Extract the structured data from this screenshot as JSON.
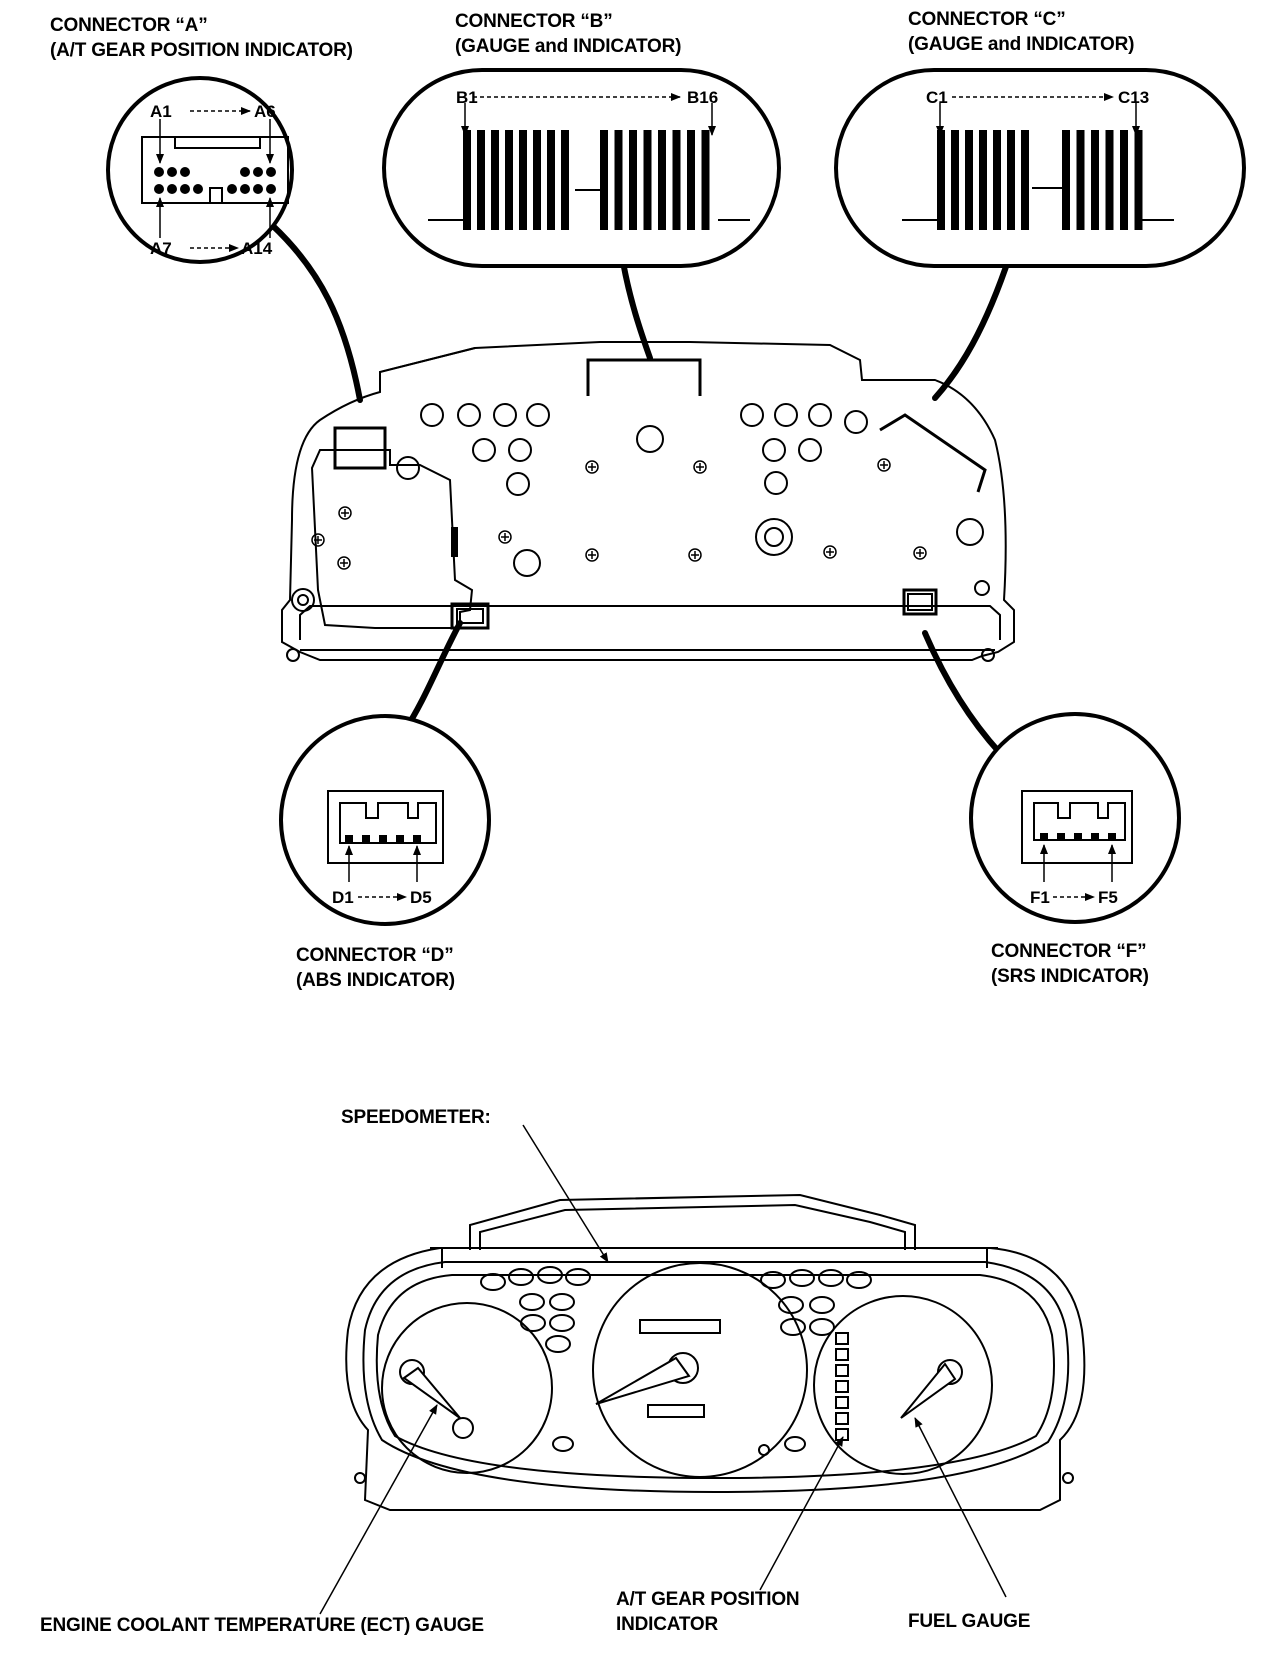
{
  "connectors": {
    "a": {
      "title": "CONNECTOR “A”",
      "desc": "(A/T GEAR POSITION INDICATOR)",
      "pin_first_top": "A1",
      "pin_last_top": "A6",
      "pin_first_bottom": "A7",
      "pin_last_bottom": "A14"
    },
    "b": {
      "title": "CONNECTOR “B”",
      "desc": "(GAUGE and INDICATOR)",
      "pin_first": "B1",
      "pin_last": "B16"
    },
    "c": {
      "title": "CONNECTOR “C”",
      "desc": "(GAUGE and INDICATOR)",
      "pin_first": "C1",
      "pin_last": "C13"
    },
    "d": {
      "title": "CONNECTOR “D”",
      "desc": "(ABS INDICATOR)",
      "pin_first": "D1",
      "pin_last": "D5"
    },
    "f": {
      "title": "CONNECTOR “F”",
      "desc": "(SRS INDICATOR)",
      "pin_first": "F1",
      "pin_last": "F5"
    }
  },
  "gauges": {
    "speedometer": "SPEEDOMETER:",
    "ect": "ENGINE COOLANT TEMPERATURE (ECT) GAUGE",
    "gear_line1": "A/T GEAR POSITION",
    "gear_line2": "INDICATOR",
    "fuel": "FUEL GAUGE"
  }
}
